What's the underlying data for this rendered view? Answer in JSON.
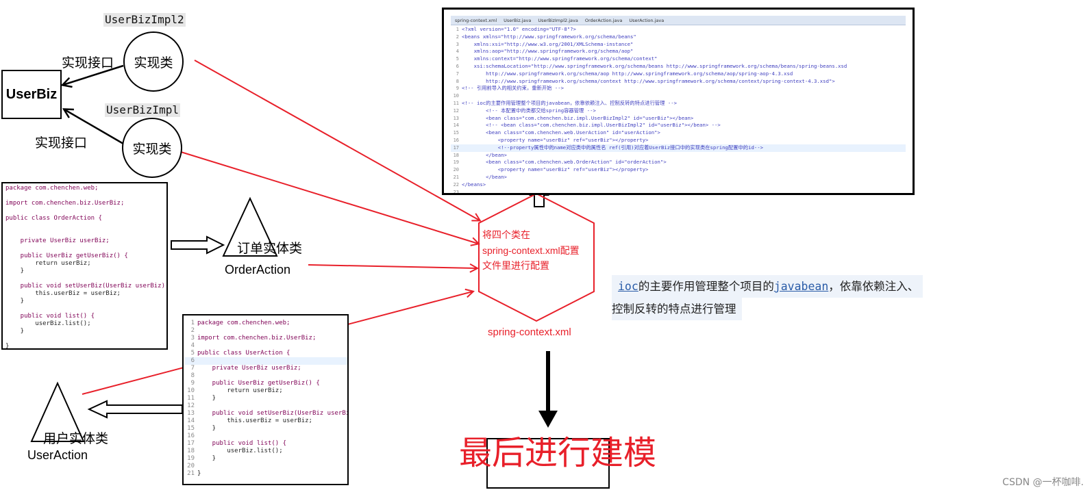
{
  "impl_top": {
    "code_label": "UserBizImpl2",
    "circle": "实现类",
    "relation": "实现接口"
  },
  "impl_bottom": {
    "code_label": "UserBizImpl",
    "circle": "实现类",
    "relation": "实现接口"
  },
  "userbiz_box": "UserBiz",
  "order_code": {
    "lines": [
      "package com.chenchen.web;",
      "",
      "import com.chenchen.biz.UserBiz;",
      "",
      "public class OrderAction {",
      "",
      "",
      "    private UserBiz userBiz;",
      "",
      "    public UserBiz getUserBiz() {",
      "        return userBiz;",
      "    }",
      "",
      "    public void setUserBiz(UserBiz userBiz) {",
      "        this.userBiz = userBiz;",
      "    }",
      "",
      "    public void list() {",
      "        userBiz.list();",
      "    }",
      "",
      "}"
    ]
  },
  "order_entity": {
    "triangle_label": "订单实体类",
    "name": "OrderAction"
  },
  "user_code": {
    "lines": [
      "package com.chenchen.web;",
      "",
      "import com.chenchen.biz.UserBiz;",
      "",
      "public class UserAction {",
      "",
      "    private UserBiz userBiz;",
      "",
      "    public UserBiz getUserBiz() {",
      "        return userBiz;",
      "    }",
      "",
      "    public void setUserBiz(UserBiz userBiz) {",
      "        this.userBiz = userBiz;",
      "    }",
      "",
      "    public void list() {",
      "        userBiz.list();",
      "    }",
      "",
      "}"
    ]
  },
  "user_entity": {
    "triangle_label": "用户实体类",
    "name": "UserAction"
  },
  "xml_editor": {
    "tabs": [
      "spring-context.xml",
      "UserBiz.java",
      "UserBizImpl2.java",
      "OrderAction.java",
      "UserAction.java"
    ],
    "lines": [
      "<?xml version=\"1.0\" encoding=\"UTF-8\"?>",
      "<beans xmlns=\"http://www.springframework.org/schema/beans\"",
      "    xmlns:xsi=\"http://www.w3.org/2001/XMLSchema-instance\"",
      "    xmlns:aop=\"http://www.springframework.org/schema/aop\"",
      "    xmlns:context=\"http://www.springframework.org/schema/context\"",
      "    xsi:schemaLocation=\"http://www.springframework.org/schema/beans http://www.springframework.org/schema/beans/spring-beans.xsd",
      "        http://www.springframework.org/schema/aop http://www.springframework.org/schema/aop/spring-aop-4.3.xsd",
      "        http://www.springframework.org/schema/context http://www.springframework.org/schema/context/spring-context-4.3.xsd\">",
      "<!-- 引用前导入的相关约束，重新开始 -->",
      "",
      "<!-- ioc的主要作用管理整个项目的javabean，依靠依赖注入、控制反转的特点进行管理 -->",
      "        <!-- 本配置中的类都交给spring容器管理 -->",
      "        <bean class=\"com.chenchen.biz.impl.UserBizImpl2\" id=\"userBiz\"></bean>",
      "        <!-- <bean class=\"com.chenchen.biz.impl.UserBizImpl2\" id=\"userBiz\"></bean> -->",
      "        <bean class=\"com.chenchen.web.UserAction\" id=\"userAction\">",
      "            <property name=\"userBiz\" ref=\"userBiz\"></property>",
      "            <!--property属性中的name对应类中的属性名 ref(引用)对应着UserBiz接口中的实现类在spring配置中的id-->",
      "        </bean>",
      "        <bean class=\"com.chenchen.web.OrderAction\" id=\"orderAction\">",
      "            <property name=\"userBiz\" ref=\"userBiz\"></property>",
      "        </bean>",
      "</beans>",
      ""
    ]
  },
  "hexagon": {
    "text_lines": [
      "将四个类在",
      "spring-context.xml配置",
      "文件里进行配置"
    ],
    "caption": "spring-context.xml"
  },
  "ioc_note": {
    "part1": "ioc",
    "part2": "的主要作用管理整个项目的",
    "part3": "javabean",
    "part4": "，依靠依赖注入、",
    "line2": "控制反转的特点进行管理"
  },
  "final_box": "最后进行建模",
  "watermark": "CSDN @一杯咖啡."
}
